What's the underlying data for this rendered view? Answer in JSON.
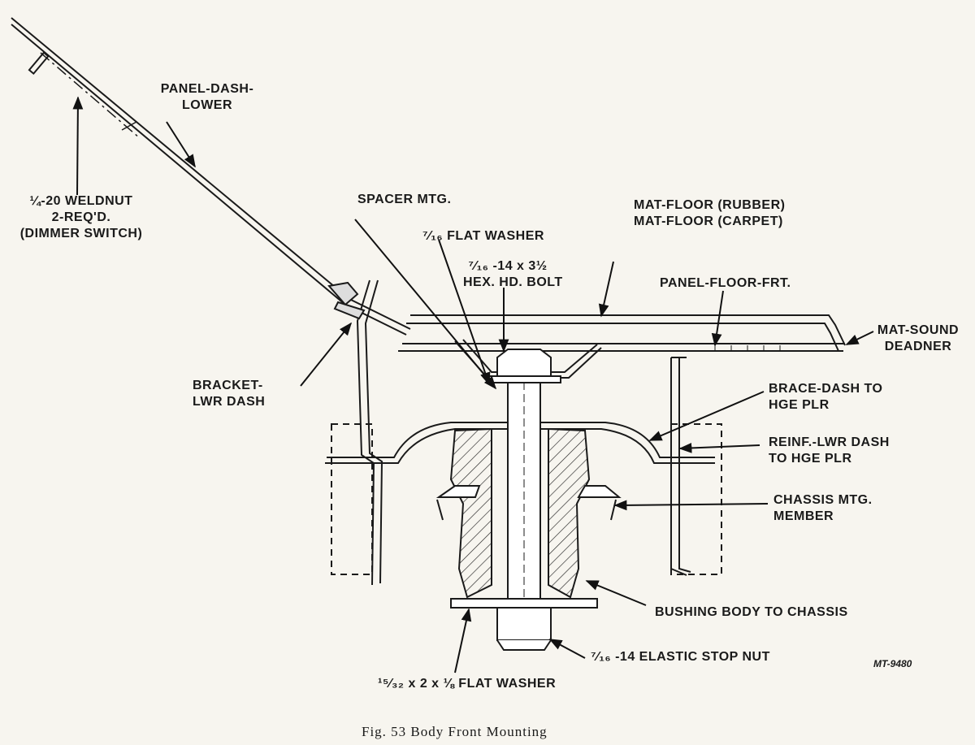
{
  "labels": {
    "panel_dash_lower": [
      "PANEL-DASH-",
      "LOWER"
    ],
    "weldnut": [
      "¼-20 WELDNUT",
      "2-REQ'D.",
      "(DIMMER SWITCH)"
    ],
    "spacer_mtg": "SPACER MTG.",
    "flat_washer_716": "⁷⁄₁₆ FLAT WASHER",
    "hex_bolt": [
      "⁷⁄₁₆ -14 x 3½",
      "HEX. HD. BOLT"
    ],
    "mat_floor": [
      "MAT-FLOOR (RUBBER)",
      "MAT-FLOOR (CARPET)"
    ],
    "panel_floor_frt": "PANEL-FLOOR-FRT.",
    "mat_sound": [
      "MAT-SOUND",
      "DEADNER"
    ],
    "bracket": [
      "BRACKET-",
      "LWR DASH"
    ],
    "brace_dash": [
      "BRACE-DASH TO",
      "HGE PLR"
    ],
    "reinf": [
      "REINF.-LWR DASH",
      "TO HGE PLR"
    ],
    "chassis_mtg": [
      "CHASSIS MTG.",
      "MEMBER"
    ],
    "bushing": "BUSHING BODY TO CHASSIS",
    "stop_nut": "⁷⁄₁₆ -14 ELASTIC STOP NUT",
    "flat_washer_1532": "¹⁵⁄₃₂ x 2 x ⅛ FLAT WASHER"
  },
  "figure_ref": "MT-9480",
  "caption": "Fig. 53   Body Front Mounting"
}
